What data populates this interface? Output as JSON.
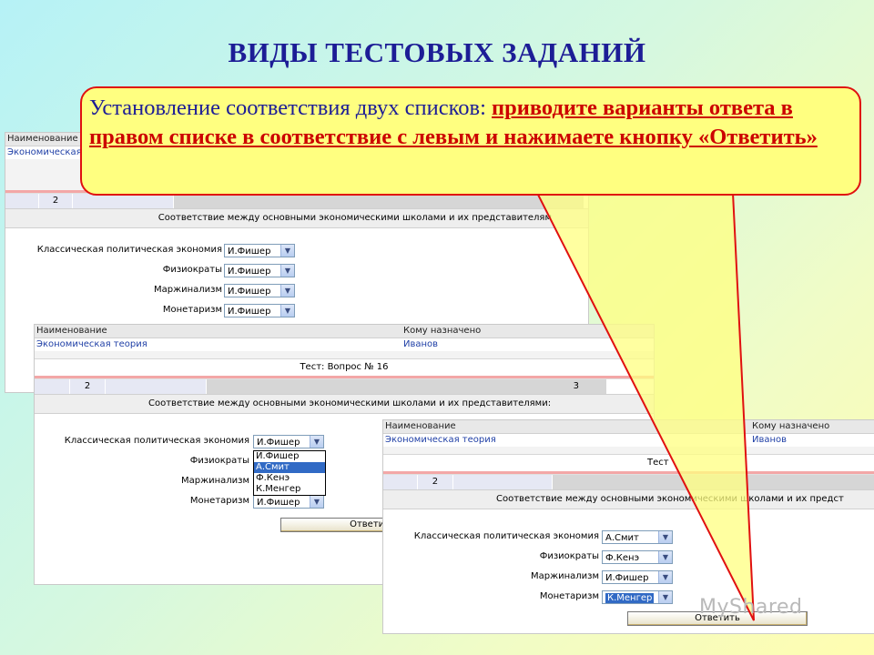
{
  "slide": {
    "title": "ВИДЫ ТЕСТОВЫХ ЗАДАНИЙ",
    "callout": {
      "intro": "Установление соответствия двух списков: ",
      "emphasis": "приводите варианты ответа в правом списке в соответствие с левым и нажимаете кнопку «Ответить»"
    },
    "watermark": "MyShared"
  },
  "header": {
    "col_name": "Наименование",
    "col_assigned": "Кому назначено",
    "name_value": "Экономическая теория",
    "name_value_short": "Экономическая",
    "assigned_value": "Иванов"
  },
  "test": {
    "title": "Тест: Вопрос № 16",
    "title_partial": "Тест",
    "question": "Соответствие между основными экономическими школами и их представителями:",
    "question_short": "Соответствие между основными экономическими школами и их представителям",
    "question_tail": "Соответствие между основными экономическими школами и их предст",
    "nums": [
      "2",
      "3"
    ]
  },
  "rows": {
    "labels": [
      "Классическая политическая экономия",
      "Физиократы",
      "Маржинализм",
      "Монетаризм"
    ],
    "panel1_values": [
      "И.Фишер",
      "И.Фишер",
      "И.Фишер",
      "И.Фишер"
    ],
    "panel2_values": [
      "И.Фишер",
      "",
      "",
      "И.Фишер"
    ],
    "panel3_values": [
      "А.Смит",
      "Ф.Кенэ",
      "И.Фишер",
      "К.Менгер"
    ]
  },
  "dropdown_options": [
    "И.Фишер",
    "А.Смит",
    "Ф.Кенэ",
    "К.Менгер"
  ],
  "answer_button": "Ответить",
  "colors": {
    "title": "#1d1d96",
    "callout_bg": "#ffff80",
    "callout_border": "#e01010",
    "emphasis": "#cc0000",
    "select_highlight": "#316ac5"
  }
}
